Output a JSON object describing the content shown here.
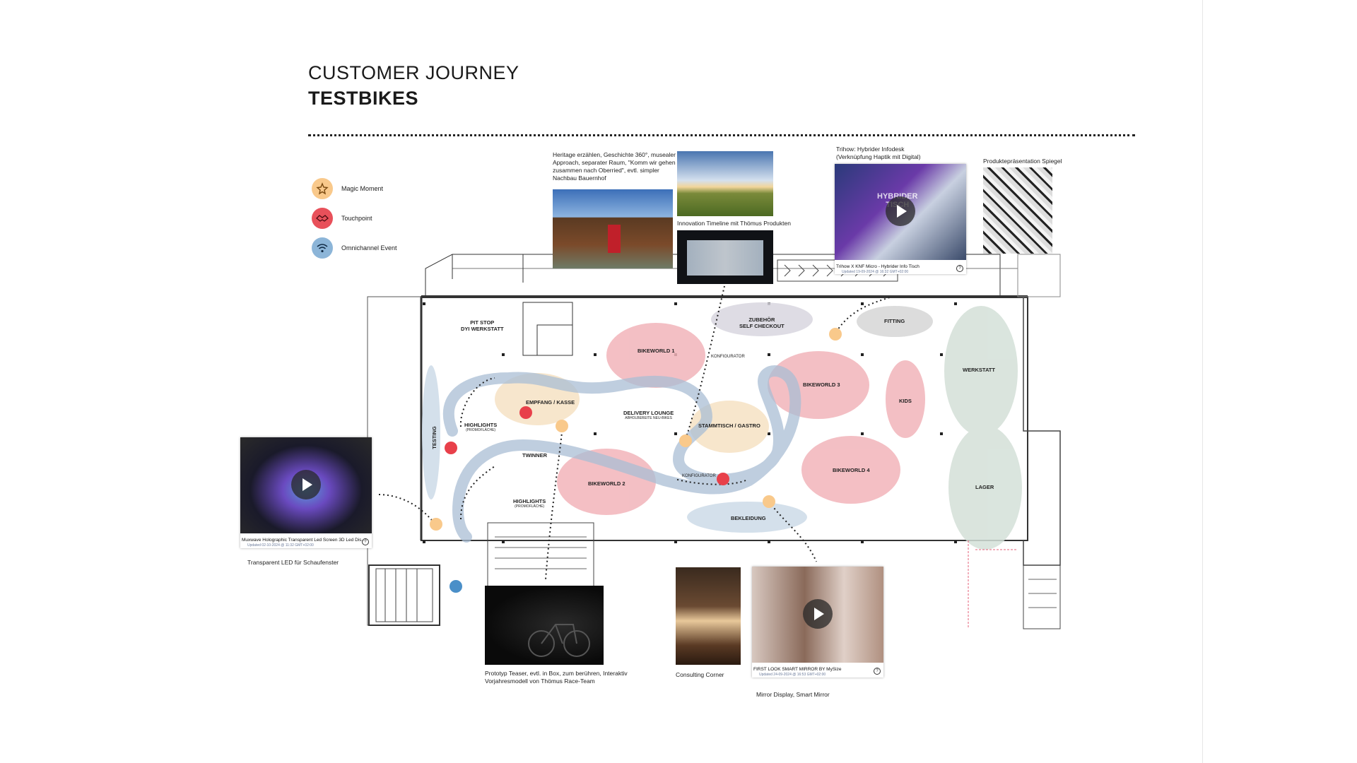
{
  "header": {
    "title": "CUSTOMER JOURNEY",
    "subtitle": "TESTBIKES"
  },
  "legend": [
    {
      "label": "Magic Moment",
      "color": "#f7b366",
      "icon": "star-icon"
    },
    {
      "label": "Touchpoint",
      "color": "#e8404a",
      "icon": "handshake-icon"
    },
    {
      "label": "Omnichannel Event",
      "color": "#4a8fc8",
      "icon": "wifi-icon"
    }
  ],
  "captions": {
    "heritage": [
      "Heritage erzählen, Geschichte 360°, musealer",
      "Approach, separater Raum, \"Komm wir gehen",
      "zusammen nach Oberried\", evtl. simpler",
      "Nachbau Bauernhof"
    ],
    "innovation": "Innovation Timeline mit Thömus Produkten",
    "infodesk": [
      "Trihow: Hybrider Infodesk",
      "(Verknüpfung Haptik mit Digital)"
    ],
    "mirror_pres": "Produktepräsentation Spiegel",
    "transparent_led": "Transparent LED für Schaufenster",
    "prototype": [
      "Prototyp Teaser, evtl. in Box, zum berühren, Interaktiv",
      "Vorjahresmodell von Thömus Race-Team"
    ],
    "consulting": "Consulting Corner",
    "mirror_display": "Mirror Display, Smart Mirror"
  },
  "videos": {
    "trihow": {
      "title": "Trihow X KNF Micro - Hybrider Info Tisch",
      "updated": "Updated 19-09-2024 @ 16:32 GMT+02:00",
      "overlay": [
        "HYBRIDER",
        "TISCH"
      ]
    },
    "muxwave": {
      "title": "Muxwave Holographic Transparent Led Screen 3D Led Dis...",
      "updated": "Updated 02-10-2024 @ 11:32 GMT+02:00"
    },
    "firstlook": {
      "title": "FIRST LOOK SMART MIRROR BY MySize",
      "updated": "Updated 24-09-2024 @ 16:53 GMT+02:00"
    }
  },
  "zones": {
    "pitstop": [
      "PIT STOP",
      "DYI WERKSTATT"
    ],
    "zubehoer": [
      "ZUBEHÖR",
      "SELF CHECKOUT"
    ],
    "fitting": "FITTING",
    "werkstatt": "WERKSTATT",
    "bikeworld1": "BIKEWORLD 1",
    "konfigurator_top": "KONFIGURATOR",
    "bikeworld3": "BIKEWORLD 3",
    "kids": "KIDS",
    "empfang": "EMPFANG / KASSE",
    "delivery": [
      "DELIVERY LOUNGE",
      "ABHOLBEREITE NEU-BIKES"
    ],
    "stammtisch": "STAMMTISCH / GASTRO",
    "highlights_top": [
      "HIGHLIGHTS",
      "(PROMOFLÄCHE)"
    ],
    "testing": "TESTING",
    "twinner": "TWINNER",
    "bikeworld2": "BIKEWORLD 2",
    "konfigurator_mid": "KONFIGURATOR",
    "bikeworld4": "BIKEWORLD 4",
    "lager": "LAGER",
    "highlights_bottom": [
      "HIGHLIGHTS",
      "(PROMOFLÄCHE)"
    ],
    "bekleidung": "BEKLEIDUNG"
  }
}
